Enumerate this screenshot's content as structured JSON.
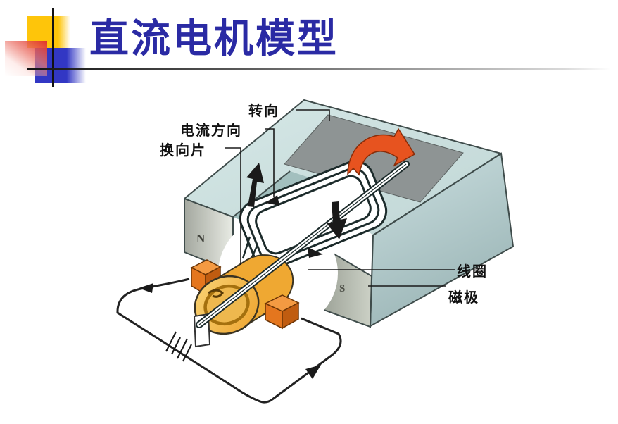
{
  "slide": {
    "title": "直流电机模型"
  },
  "diagram": {
    "labels": {
      "rotation": "转向",
      "current_direction": "电流方向",
      "commutator_segment": "换向片",
      "coil": "线圈",
      "magnetic_pole": "磁极"
    },
    "pole_labels": {
      "north": "N",
      "south": "S"
    }
  },
  "colors": {
    "title_text": "#2a2aa4",
    "accent_yellow": "#fec50a",
    "accent_blue": "#3237c4",
    "accent_red": "#e0342a",
    "magnet_top": "#cfe2e1",
    "magnet_inner_dark": "#8e9494",
    "magnet_face_gray": "#a9ada4",
    "commutator_gold": "#f6c45e",
    "brush_orange": "#e4761e",
    "rotation_arrow_orange": "#e7531f",
    "wire_black": "#222222"
  }
}
